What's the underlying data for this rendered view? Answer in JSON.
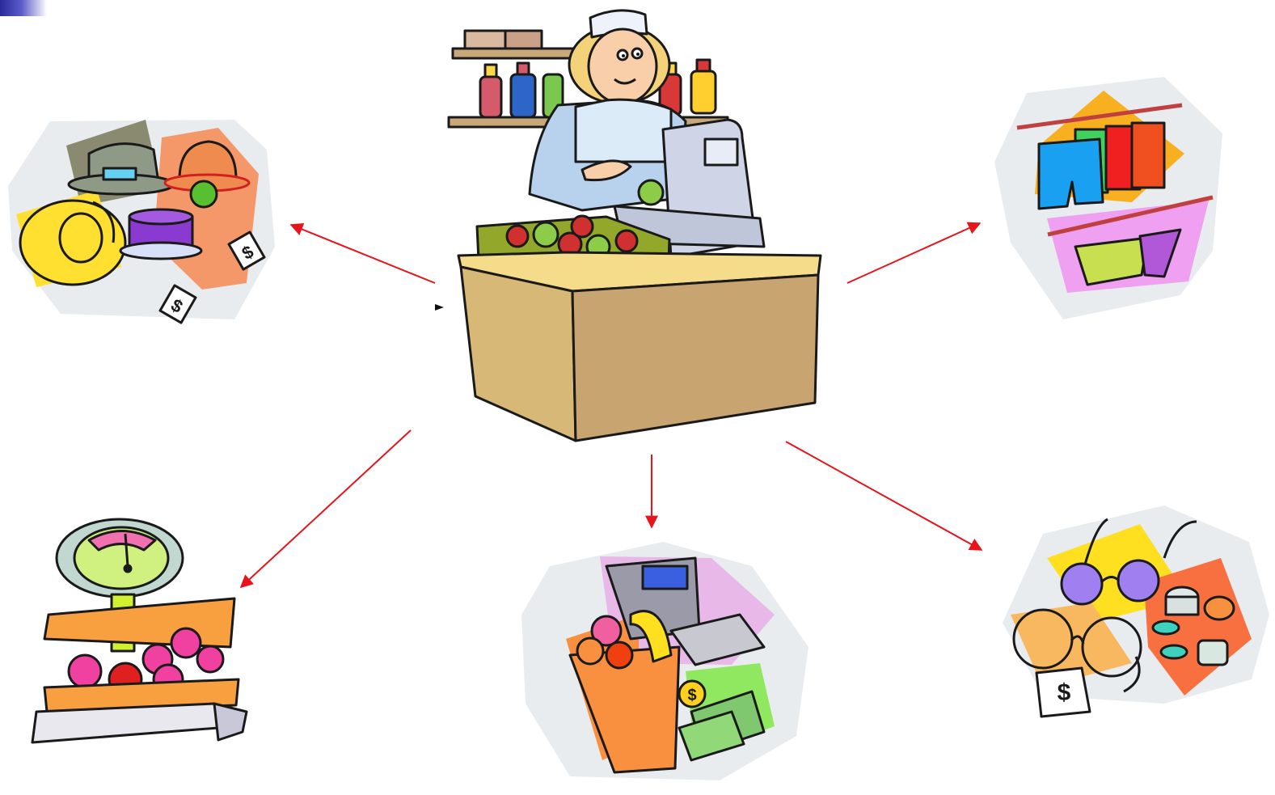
{
  "diagram": {
    "center": {
      "label": "",
      "icon": "shopkeeper-at-counter-icon"
    },
    "nodes": [
      {
        "id": "hats",
        "icon": "hat-shop-icon",
        "price_tag": "$"
      },
      {
        "id": "clothes",
        "icon": "clothing-rack-icon"
      },
      {
        "id": "produce",
        "icon": "produce-scale-icon"
      },
      {
        "id": "groceries",
        "icon": "grocery-checkout-icon",
        "price_tag": "$"
      },
      {
        "id": "optics",
        "icon": "eyeglasses-shop-icon",
        "price_tag": "$"
      }
    ],
    "arrow_color": "#e8141b"
  }
}
